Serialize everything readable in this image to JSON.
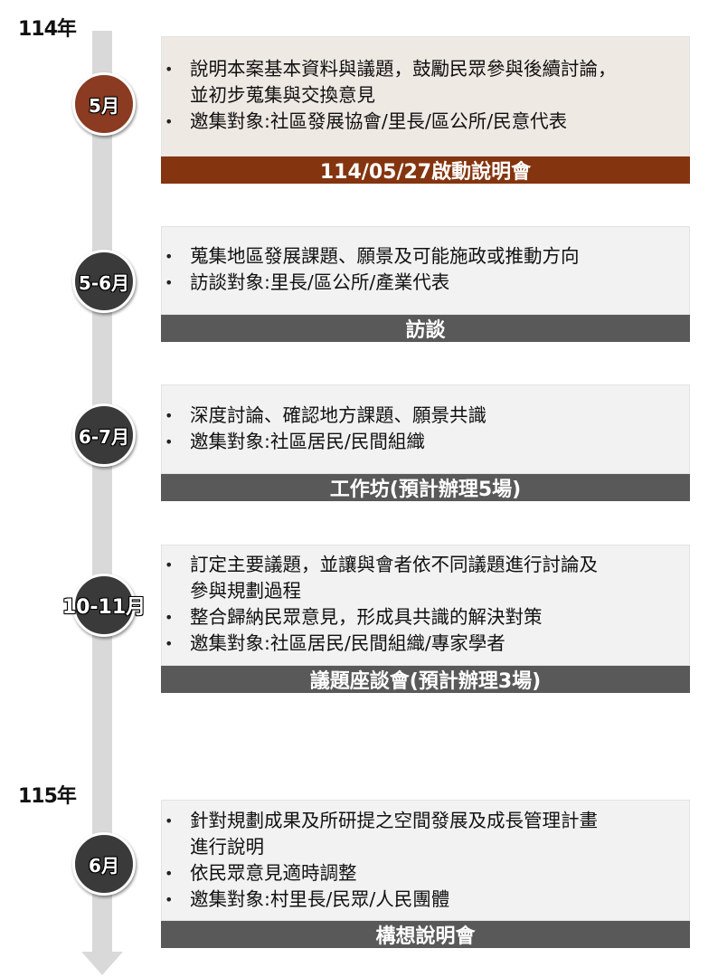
{
  "years": {
    "y114": "114年",
    "y115": "115年"
  },
  "stages": [
    {
      "period": "5月",
      "bullets": [
        "說明本案基本資料與議題，鼓勵民眾參與後續討論，",
        "並初步蒐集與交換意見",
        "邀集對象:社區發展協會/里長/區公所/民意代表"
      ],
      "banner": "114/05/27啟動說明會"
    },
    {
      "period": "5-6月",
      "bullets": [
        "蒐集地區發展課題、願景及可能施政或推動方向",
        "訪談對象:里長/區公所/產業代表"
      ],
      "banner": "訪談"
    },
    {
      "period": "6-7月",
      "bullets": [
        "深度討論、確認地方課題、願景共識",
        "邀集對象:社區居民/民間組織"
      ],
      "banner": "工作坊(預計辦理5場)"
    },
    {
      "period": "10-11月",
      "bullets": [
        "訂定主要議題，並讓與會者依不同議題進行討論及",
        "參與規劃過程",
        "整合歸納民眾意見，形成具共識的解決對策",
        "邀集對象:社區居民/民間組織/專家學者"
      ],
      "banner": "議題座談會(預計辦理3場)"
    },
    {
      "period": "6月",
      "bullets": [
        "針對規劃成果及所研提之空間發展及成長管理計畫",
        "進行說明",
        "依民眾意見適時調整",
        "邀集對象:村里長/民眾/人民團體"
      ],
      "banner": "構想說明會"
    }
  ],
  "colors": {
    "accent_brown": "#84350f",
    "circle_dark": "#3a3a3a",
    "banner_gray": "#595959",
    "track_gray": "#d9d9d9"
  }
}
